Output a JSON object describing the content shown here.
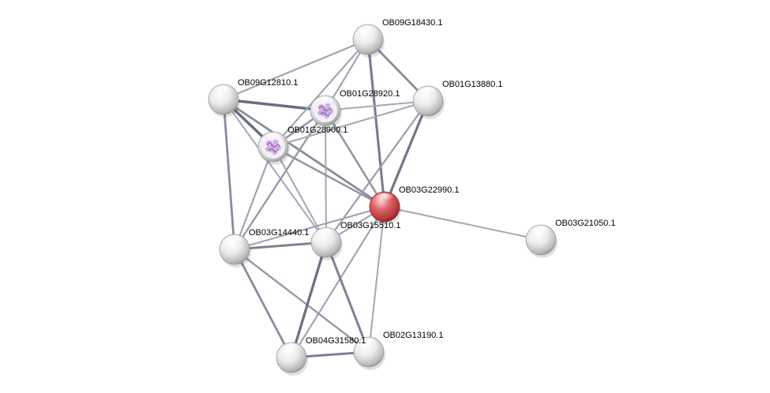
{
  "network": {
    "nodes": [
      {
        "id": "OB09G18430.1",
        "label": "OB09G18430.1",
        "style": "plain"
      },
      {
        "id": "OB09G12810.1",
        "label": "OB09G12810.1",
        "style": "plain"
      },
      {
        "id": "OB01G28920.1",
        "label": "OB01G28920.1",
        "style": "structure"
      },
      {
        "id": "OB01G13880.1",
        "label": "OB01G13880.1",
        "style": "plain"
      },
      {
        "id": "OB01G28900.1",
        "label": "OB01G28900.1",
        "style": "structure"
      },
      {
        "id": "OB03G22990.1",
        "label": "OB03G22990.1",
        "style": "query"
      },
      {
        "id": "OB03G21050.1",
        "label": "OB03G21050.1",
        "style": "plain"
      },
      {
        "id": "OB03G14440.1",
        "label": "OB03G14440.1",
        "style": "plain"
      },
      {
        "id": "OB03G15510.1",
        "label": "OB03G15510.1",
        "style": "plain"
      },
      {
        "id": "OB04G31580.1",
        "label": "OB04G31580.1",
        "style": "plain"
      },
      {
        "id": "OB02G13190.1",
        "label": "OB02G13190.1",
        "style": "plain"
      }
    ],
    "edges": [
      {
        "source": "OB09G12810.1",
        "target": "OB01G28920.1",
        "strength": 0.9
      },
      {
        "source": "OB09G12810.1",
        "target": "OB01G28900.1",
        "strength": 0.9
      },
      {
        "source": "OB09G12810.1",
        "target": "OB09G18430.1",
        "strength": 0.35
      },
      {
        "source": "OB09G12810.1",
        "target": "OB03G14440.1",
        "strength": 0.6
      },
      {
        "source": "OB09G12810.1",
        "target": "OB03G22990.1",
        "strength": 0.6
      },
      {
        "source": "OB09G12810.1",
        "target": "OB03G15510.1",
        "strength": 0.3
      },
      {
        "source": "OB09G18430.1",
        "target": "OB01G13880.1",
        "strength": 0.6
      },
      {
        "source": "OB09G18430.1",
        "target": "OB03G22990.1",
        "strength": 0.75
      },
      {
        "source": "OB09G18430.1",
        "target": "OB01G28900.1",
        "strength": 0.35
      },
      {
        "source": "OB09G18430.1",
        "target": "OB01G28920.1",
        "strength": 0.35
      },
      {
        "source": "OB01G28920.1",
        "target": "OB01G28900.1",
        "strength": 0.5
      },
      {
        "source": "OB01G28920.1",
        "target": "OB01G13880.1",
        "strength": 0.3
      },
      {
        "source": "OB01G28920.1",
        "target": "OB03G22990.1",
        "strength": 0.5
      },
      {
        "source": "OB01G28920.1",
        "target": "OB03G15510.1",
        "strength": 0.3
      },
      {
        "source": "OB01G28920.1",
        "target": "OB03G14440.1",
        "strength": 0.45
      },
      {
        "source": "OB01G28900.1",
        "target": "OB01G13880.1",
        "strength": 0.3
      },
      {
        "source": "OB01G28900.1",
        "target": "OB03G22990.1",
        "strength": 0.5
      },
      {
        "source": "OB01G28900.1",
        "target": "OB03G14440.1",
        "strength": 0.35
      },
      {
        "source": "OB01G28900.1",
        "target": "OB03G15510.1",
        "strength": 0.3
      },
      {
        "source": "OB01G13880.1",
        "target": "OB03G22990.1",
        "strength": 0.8
      },
      {
        "source": "OB01G13880.1",
        "target": "OB03G15510.1",
        "strength": 0.4
      },
      {
        "source": "OB03G22990.1",
        "target": "OB03G21050.1",
        "strength": 0.3
      },
      {
        "source": "OB03G22990.1",
        "target": "OB03G14440.1",
        "strength": 0.35
      },
      {
        "source": "OB03G22990.1",
        "target": "OB03G15510.1",
        "strength": 0.35
      },
      {
        "source": "OB03G22990.1",
        "target": "OB04G31580.1",
        "strength": 0.35
      },
      {
        "source": "OB03G22990.1",
        "target": "OB02G13190.1",
        "strength": 0.3
      },
      {
        "source": "OB03G14440.1",
        "target": "OB03G15510.1",
        "strength": 0.7
      },
      {
        "source": "OB03G14440.1",
        "target": "OB04G31580.1",
        "strength": 0.6
      },
      {
        "source": "OB03G14440.1",
        "target": "OB02G13190.1",
        "strength": 0.45
      },
      {
        "source": "OB03G15510.1",
        "target": "OB04G31580.1",
        "strength": 0.85
      },
      {
        "source": "OB03G15510.1",
        "target": "OB02G13190.1",
        "strength": 0.7
      },
      {
        "source": "OB04G31580.1",
        "target": "OB02G13190.1",
        "strength": 0.7
      }
    ]
  },
  "colors": {
    "edge_strong": "#5e6478",
    "edge_weak": "#c2c4d2",
    "node_plain": "#e9e9e9",
    "node_query": "#d9474d",
    "structure_tint": "#b07fd0"
  }
}
